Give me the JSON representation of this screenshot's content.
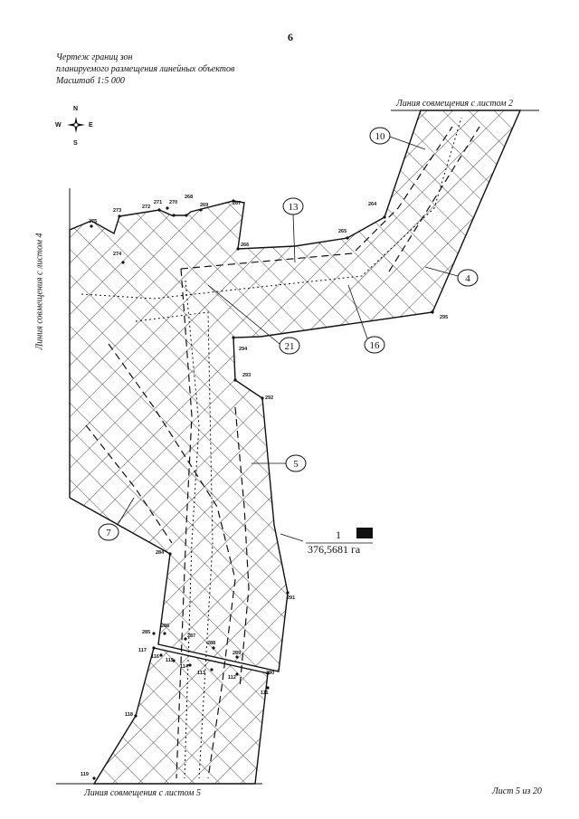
{
  "header": {
    "page_number": "6",
    "title_lines": [
      "Чертеж  границ зон",
      "планируемого размещения линейных объектов"
    ],
    "scale": "Масштаб 1:5 000"
  },
  "compass": {
    "north": "N",
    "south": "S",
    "west": "W",
    "east": "E"
  },
  "boundary_labels": {
    "top_right": "Линия совмещения с листом 2",
    "left": "Линия совмещения с листом 4",
    "bottom": "Линия совмещения с листом 5"
  },
  "zone_area": {
    "id": "1",
    "value": "376,5681 га"
  },
  "sheet_counter": "Лист 5 из 20",
  "point_labels": [
    "275",
    "273",
    "272",
    "271",
    "270",
    "268",
    "269",
    "267",
    "274",
    "266",
    "265",
    "264",
    "295",
    "294",
    "293",
    "292",
    "284",
    "291",
    "285",
    "286",
    "287",
    "288",
    "289",
    "290",
    "117",
    "116",
    "115",
    "114",
    "113",
    "112",
    "111",
    "118",
    "119"
  ],
  "callouts": [
    "10",
    "13",
    "4",
    "21",
    "16",
    "5",
    "7"
  ],
  "colors": {
    "ink": "#111111",
    "paper": "#ffffff"
  }
}
